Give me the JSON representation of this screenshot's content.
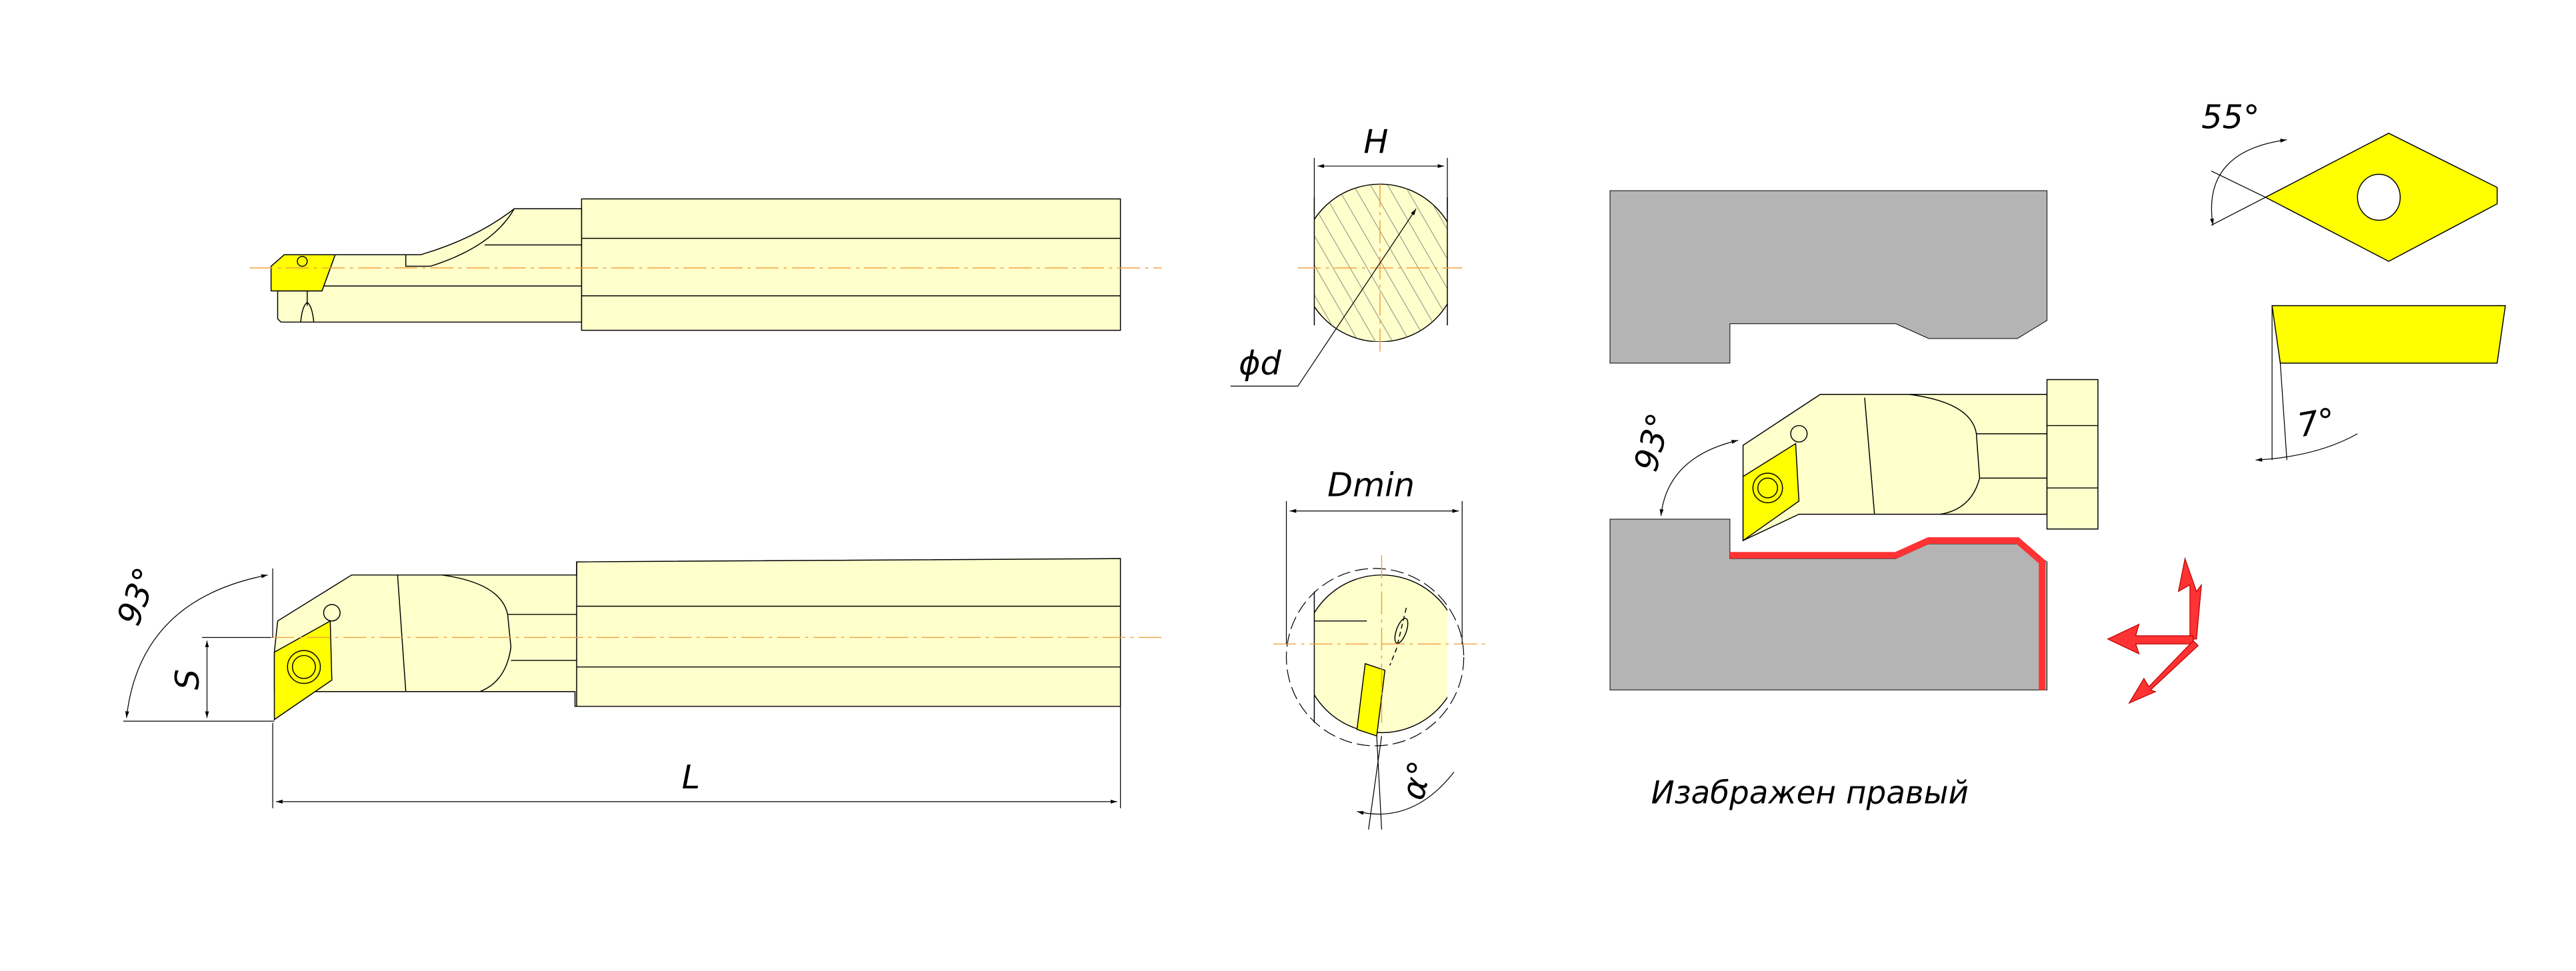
{
  "labels": {
    "angle_93_main": "93°",
    "dim_s": "S",
    "dim_l": "L",
    "dim_h": "H",
    "dim_d": "ϕd",
    "dim_dmin": "Dmin",
    "angle_alpha": "α°",
    "angle_93_scheme": "93°",
    "angle_55": "55°",
    "angle_7": "7°",
    "caption": "Изабражен правый"
  },
  "colors": {
    "tool_body": "#FFFFCC",
    "insert": "#FFFF00",
    "workpiece": "#B4B4B4",
    "machined_surface": "#FF3333",
    "centerline": "#F0A040"
  }
}
